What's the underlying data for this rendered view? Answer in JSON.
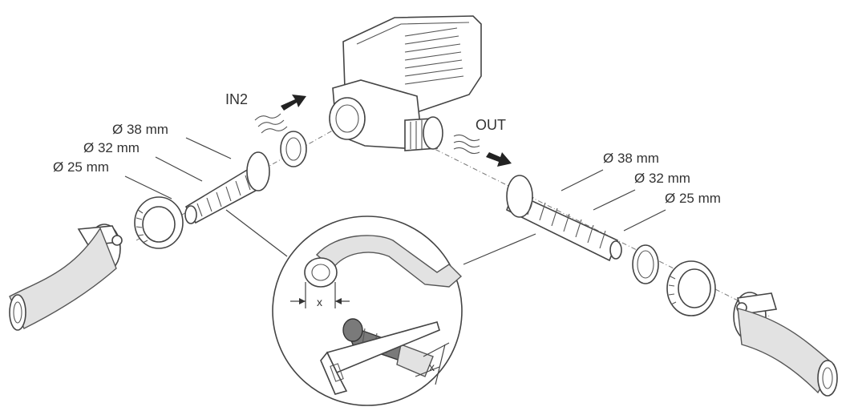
{
  "flow_labels": {
    "inlet": "IN2",
    "outlet": "OUT"
  },
  "left_connector": {
    "diameters": [
      "Ø 38 mm",
      "Ø 32 mm",
      "Ø 25 mm"
    ]
  },
  "right_connector": {
    "diameters": [
      "Ø 38 mm",
      "Ø 32 mm",
      "Ø 25 mm"
    ]
  },
  "detail": {
    "dimension_label_top": "x",
    "dimension_label_bottom": "x"
  },
  "colors": {
    "line": "#444444",
    "fill_light": "#e2e2e2",
    "fill_dark": "#7a7a7a",
    "text": "#333333"
  }
}
